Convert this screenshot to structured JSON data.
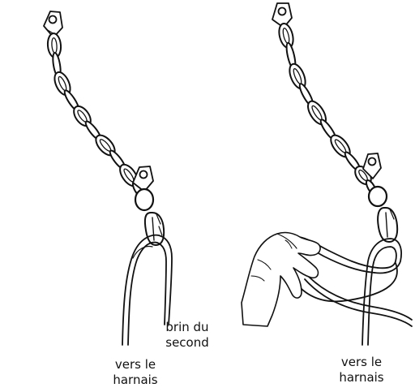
{
  "figures": [
    {
      "labels": {
        "harness": [
          "vers le",
          "harnais"
        ],
        "second_strand": [
          "brin du",
          "second"
        ]
      }
    },
    {
      "labels": {
        "harness": [
          "vers le",
          "harnais"
        ]
      }
    }
  ],
  "colors": {
    "ink": "#111111",
    "paper": "#ffffff"
  }
}
